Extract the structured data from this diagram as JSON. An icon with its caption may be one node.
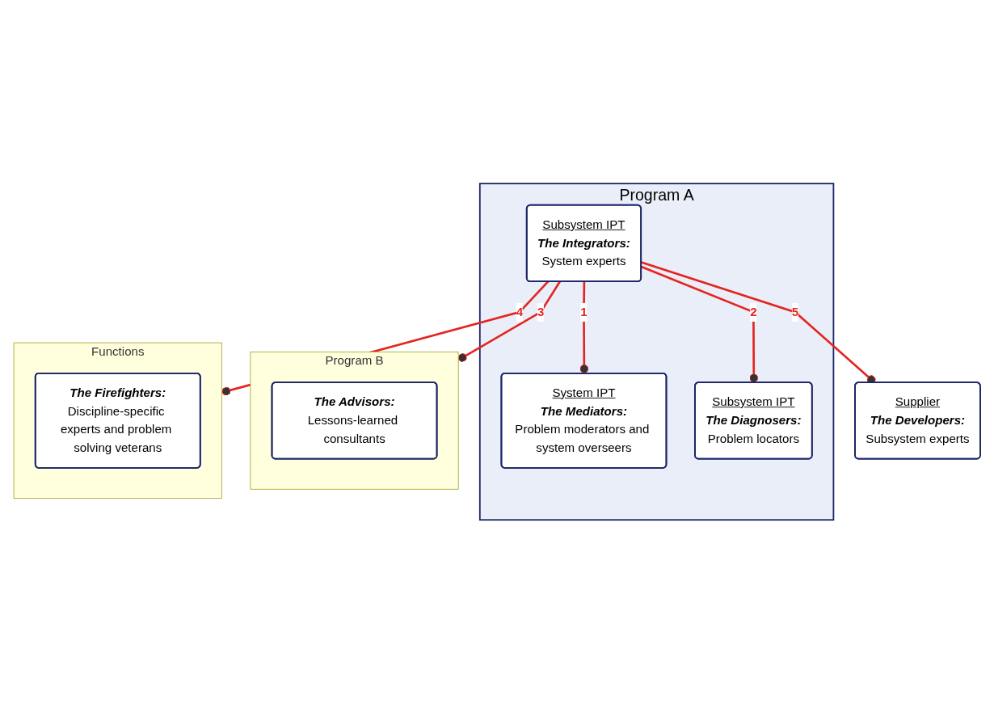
{
  "diagram": {
    "nodes": [
      {
        "text": [
          "Program A"
        ]
      },
      {
        "text": [
          "System IPT",
          "The Mediators:",
          "Problem moderators and system overseers"
        ],
        "in": 0
      },
      {
        "text": [
          "Subsystem IPT",
          "The Integrators:",
          "System experts"
        ],
        "in": 0
      },
      {
        "text": [
          "Subsystem IPT",
          "The Diagnosers:",
          "Problem locators"
        ],
        "in": 0
      },
      {
        "text": [
          "Program B"
        ]
      },
      {
        "text": [
          "The Advisors:",
          "Lessons-learned consultants"
        ],
        "in": 4
      },
      {
        "text": [
          "Functions"
        ]
      },
      {
        "text": [
          "The Firefighters:",
          "Discipline-specific experts and problem solving veterans"
        ],
        "in": 6
      },
      {
        "text": [
          "Supplier",
          "The Developers:",
          "Subsystem experts"
        ]
      }
    ],
    "edges": [
      {
        "from": 2,
        "to": 1,
        "arrow": "other",
        "label": "1"
      },
      {
        "from": 2,
        "to": 3,
        "arrow": "other",
        "label": "2"
      },
      {
        "from": 2,
        "to": 4,
        "arrow": "other",
        "label": "3"
      },
      {
        "from": 2,
        "to": 6,
        "arrow": "other",
        "label": "4"
      },
      {
        "from": 2,
        "to": 8,
        "arrow": "other",
        "label": "5"
      }
    ]
  }
}
